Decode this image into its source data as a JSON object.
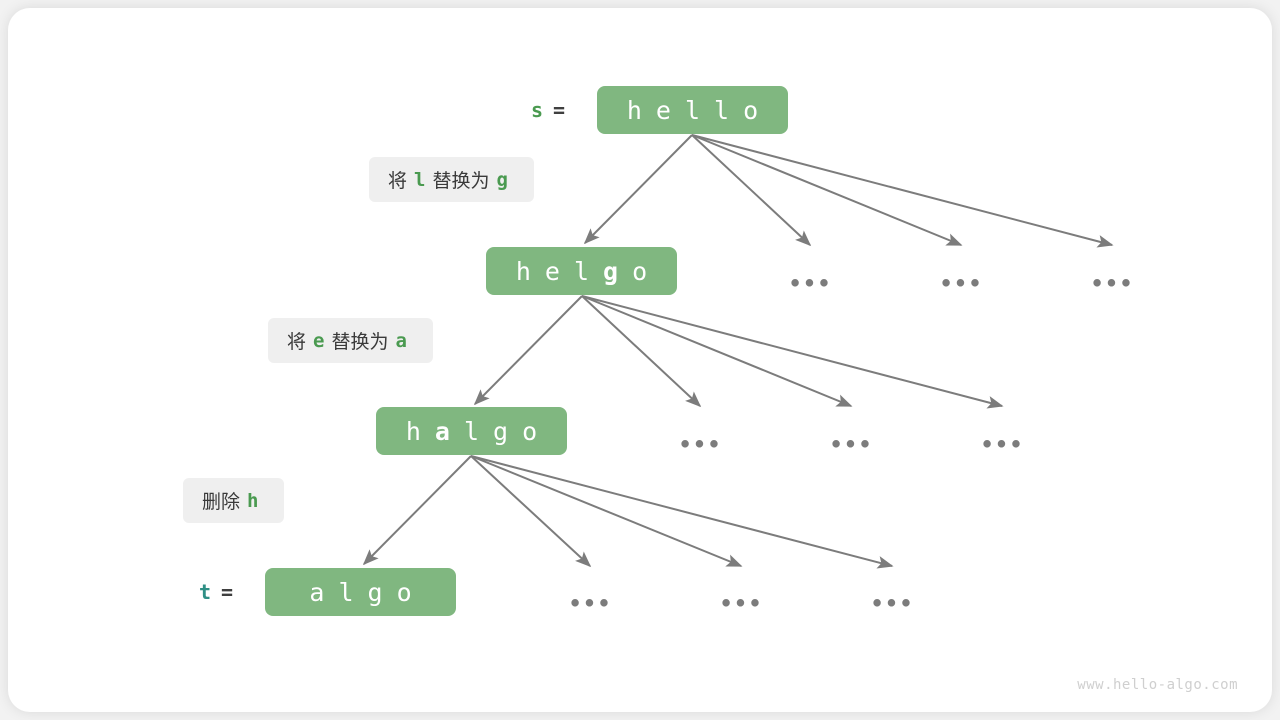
{
  "watermark": "www.hello-algo.com",
  "colors": {
    "box_fill": "#80b780",
    "box_text": "#ffffff",
    "note_bg": "#efefef",
    "note_text": "#3a3a3a",
    "note_accent": "#4a9a50",
    "arrow": "#7c7c7c",
    "var_s": "#4a9a50",
    "var_t": "#2f8f85",
    "ellipsis": "#7c7c7c",
    "canvas": "#ffffff"
  },
  "ellipsis_glyph": "•••",
  "equals_glyph": "=",
  "rows": [
    {
      "var": {
        "name": "s",
        "color": "#4a9a50",
        "eq": "="
      },
      "chars": [
        {
          "c": "h",
          "hl": false
        },
        {
          "c": "e",
          "hl": false
        },
        {
          "c": "l",
          "hl": false
        },
        {
          "c": "l",
          "hl": false
        },
        {
          "c": "o",
          "hl": false
        }
      ],
      "string": "hello"
    },
    {
      "note": {
        "prefix": "将",
        "from": "l",
        "middle": "替换为",
        "to": "g",
        "text": "将 l 替换为 g"
      },
      "chars": [
        {
          "c": "h",
          "hl": false
        },
        {
          "c": "e",
          "hl": false
        },
        {
          "c": "l",
          "hl": false
        },
        {
          "c": "g",
          "hl": true
        },
        {
          "c": "o",
          "hl": false
        }
      ],
      "string": "helgo"
    },
    {
      "note": {
        "prefix": "将",
        "from": "e",
        "middle": "替换为",
        "to": "a",
        "text": "将 e 替换为 a"
      },
      "chars": [
        {
          "c": "h",
          "hl": false
        },
        {
          "c": "a",
          "hl": true
        },
        {
          "c": "l",
          "hl": false
        },
        {
          "c": "g",
          "hl": false
        },
        {
          "c": "o",
          "hl": false
        }
      ],
      "string": "halgo"
    },
    {
      "var": {
        "name": "t",
        "color": "#2f8f85",
        "eq": "="
      },
      "note": {
        "prefix": "删除",
        "from": "h",
        "middle": "",
        "to": "",
        "text": "删除 h"
      },
      "chars": [
        {
          "c": "a",
          "hl": false
        },
        {
          "c": "l",
          "hl": false
        },
        {
          "c": "g",
          "hl": false
        },
        {
          "c": "o",
          "hl": false
        }
      ],
      "string": "algo"
    }
  ]
}
